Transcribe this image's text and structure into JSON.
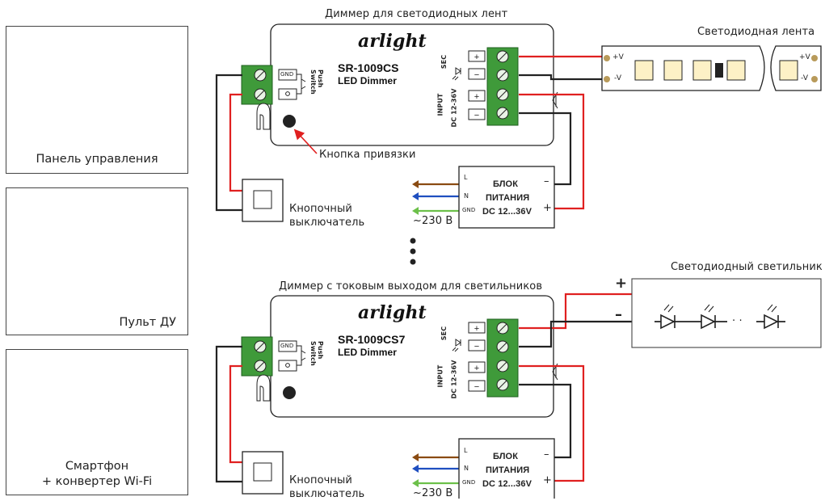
{
  "left_panel": {
    "items": [
      {
        "label": "Панель управления"
      },
      {
        "label": "Пульт ДУ"
      },
      {
        "label": "Смартфон\n+ конвертер Wi-Fi"
      }
    ]
  },
  "top_section": {
    "title": "Диммер для светодиодных лент",
    "brand": "arlight",
    "model": "SR-1009CS",
    "model_sub": "LED Dimmer",
    "gnd_label": "GND",
    "push_switch_label": "Push Switch",
    "sec_label": "SEC",
    "input_label": "INPUT",
    "input_voltage": "DC 12-36V",
    "bind_button_label": "Кнопка привязки",
    "switch_label": "Кнопочный\nвыключатель",
    "psu": {
      "line1": "БЛОК",
      "line2": "ПИТАНИЯ",
      "line3": "DC 12...36V",
      "L": "L",
      "N": "N",
      "GND": "GND",
      "minus": "–",
      "plus": "+"
    },
    "mains_label": "~230 В",
    "strip_label": "Светодиодная лента",
    "strip_pos": "+V",
    "strip_neg": "-V"
  },
  "bottom_section": {
    "title": "Диммер с токовым выходом для светильников",
    "brand": "arlight",
    "model": "SR-1009CS7",
    "model_sub": "LED Dimmer",
    "gnd_label": "GND",
    "push_switch_label": "Push Switch",
    "sec_label": "SEC",
    "input_label": "INPUT",
    "input_voltage": "DC 12-36V",
    "switch_label": "Кнопочный\nвыключатель",
    "psu": {
      "line1": "БЛОК",
      "line2": "ПИТАНИЯ",
      "line3": "DC 12...36V",
      "L": "L",
      "N": "N",
      "GND": "GND",
      "minus": "–",
      "plus": "+"
    },
    "mains_label": "~230 В",
    "luminaire_label": "Светодиодный светильник",
    "plus_sign": "+",
    "minus_sign": "–",
    "dots": "·  ·"
  },
  "colors": {
    "wire_red": "#e02020",
    "wire_black": "#222222",
    "wire_brown": "#8a4b12",
    "wire_blue": "#1f4fc0",
    "wire_green": "#6cc04a",
    "terminal_green": "#3f9a3a"
  }
}
